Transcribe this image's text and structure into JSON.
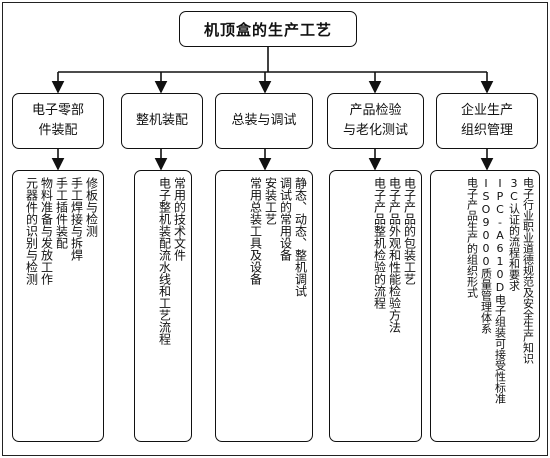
{
  "title": "机顶盒的生产工艺",
  "categories": [
    {
      "id": "c1",
      "label_lines": [
        "电子零部",
        "件装配"
      ],
      "details": [
        "修板与检测",
        "手工焊接与拆焊",
        "手工插件装配",
        "物料准备与发放工作",
        "元器件的识别与检测"
      ]
    },
    {
      "id": "c2",
      "label_lines": [
        "整机装配"
      ],
      "details": [
        "常用的技术文件",
        "电子整机装配流水线和工艺流程"
      ]
    },
    {
      "id": "c3",
      "label_lines": [
        "总装与调试"
      ],
      "details": [
        "静态、动态、整机调试",
        "调试的常用设备",
        "安装工艺",
        "常用总装工具及设备"
      ]
    },
    {
      "id": "c4",
      "label_lines": [
        "产品检验",
        "与老化测试"
      ],
      "details": [
        "电子产品的包装工艺",
        "电子产品外观和性能检验方法",
        "电子产品整机检验的流程"
      ]
    },
    {
      "id": "c5",
      "label_lines": [
        "企业生产",
        "组织管理"
      ],
      "details": [
        "电子行业职业道德规范及安全生产知识",
        "3C认证的流程和要求",
        "IPC-A610D电子组装可接受性标准",
        "ISO9000质量管理体系",
        "电子产品生产的组织形式"
      ]
    }
  ]
}
